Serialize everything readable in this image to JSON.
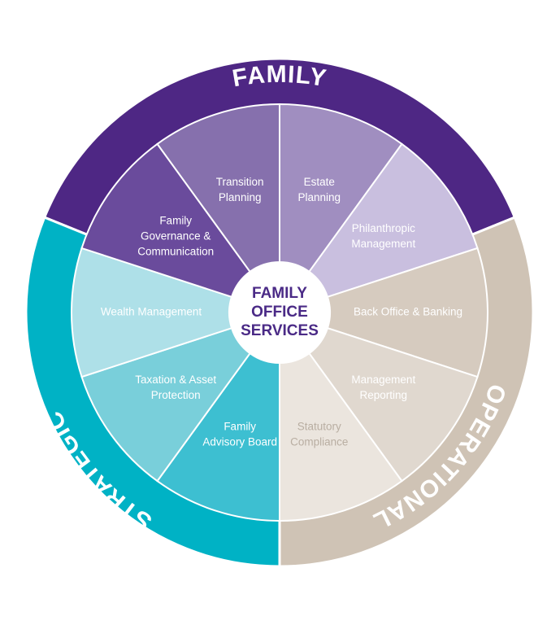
{
  "center": {
    "lines": [
      "FAMILY",
      "OFFICE",
      "SERVICES"
    ],
    "color": "#4a2a86"
  },
  "rings": [
    {
      "label": "FAMILY",
      "color": "#4e2784",
      "text_color": "#ffffff"
    },
    {
      "label": "OPERATIONAL",
      "color": "#cfc3b5",
      "text_color": "#ffffff"
    },
    {
      "label": "STRATEGIC",
      "color": "#00b2c5",
      "text_color": "#ffffff"
    }
  ],
  "segments": [
    {
      "lines": [
        "Estate",
        "Planning"
      ],
      "fill": "#a08ec0",
      "text_color": "#ffffff"
    },
    {
      "lines": [
        "Philanthropic",
        "Management"
      ],
      "fill": "#c9bfdf",
      "text_color": "#ffffff"
    },
    {
      "lines": [
        "Back Office & Banking"
      ],
      "fill": "#d6cbbf",
      "text_color": "#ffffff"
    },
    {
      "lines": [
        "Management",
        "Reporting"
      ],
      "fill": "#e0d8cf",
      "text_color": "#ffffff"
    },
    {
      "lines": [
        "Statutory",
        "Compliance"
      ],
      "fill": "#ebe5de",
      "text_color": "#b9aea2"
    },
    {
      "lines": [
        "Family",
        "Advisory Board"
      ],
      "fill": "#3dbfd1",
      "text_color": "#ffffff"
    },
    {
      "lines": [
        "Taxation & Asset",
        "Protection"
      ],
      "fill": "#79cfda",
      "text_color": "#ffffff"
    },
    {
      "lines": [
        "Wealth Management"
      ],
      "fill": "#aee0e8",
      "text_color": "#ffffff"
    },
    {
      "lines": [
        "Family",
        "Governance &",
        "Communication"
      ],
      "fill": "#6a4b9c",
      "text_color": "#ffffff"
    },
    {
      "lines": [
        "Transition",
        "Planning"
      ],
      "fill": "#8670ad",
      "text_color": "#ffffff"
    }
  ]
}
